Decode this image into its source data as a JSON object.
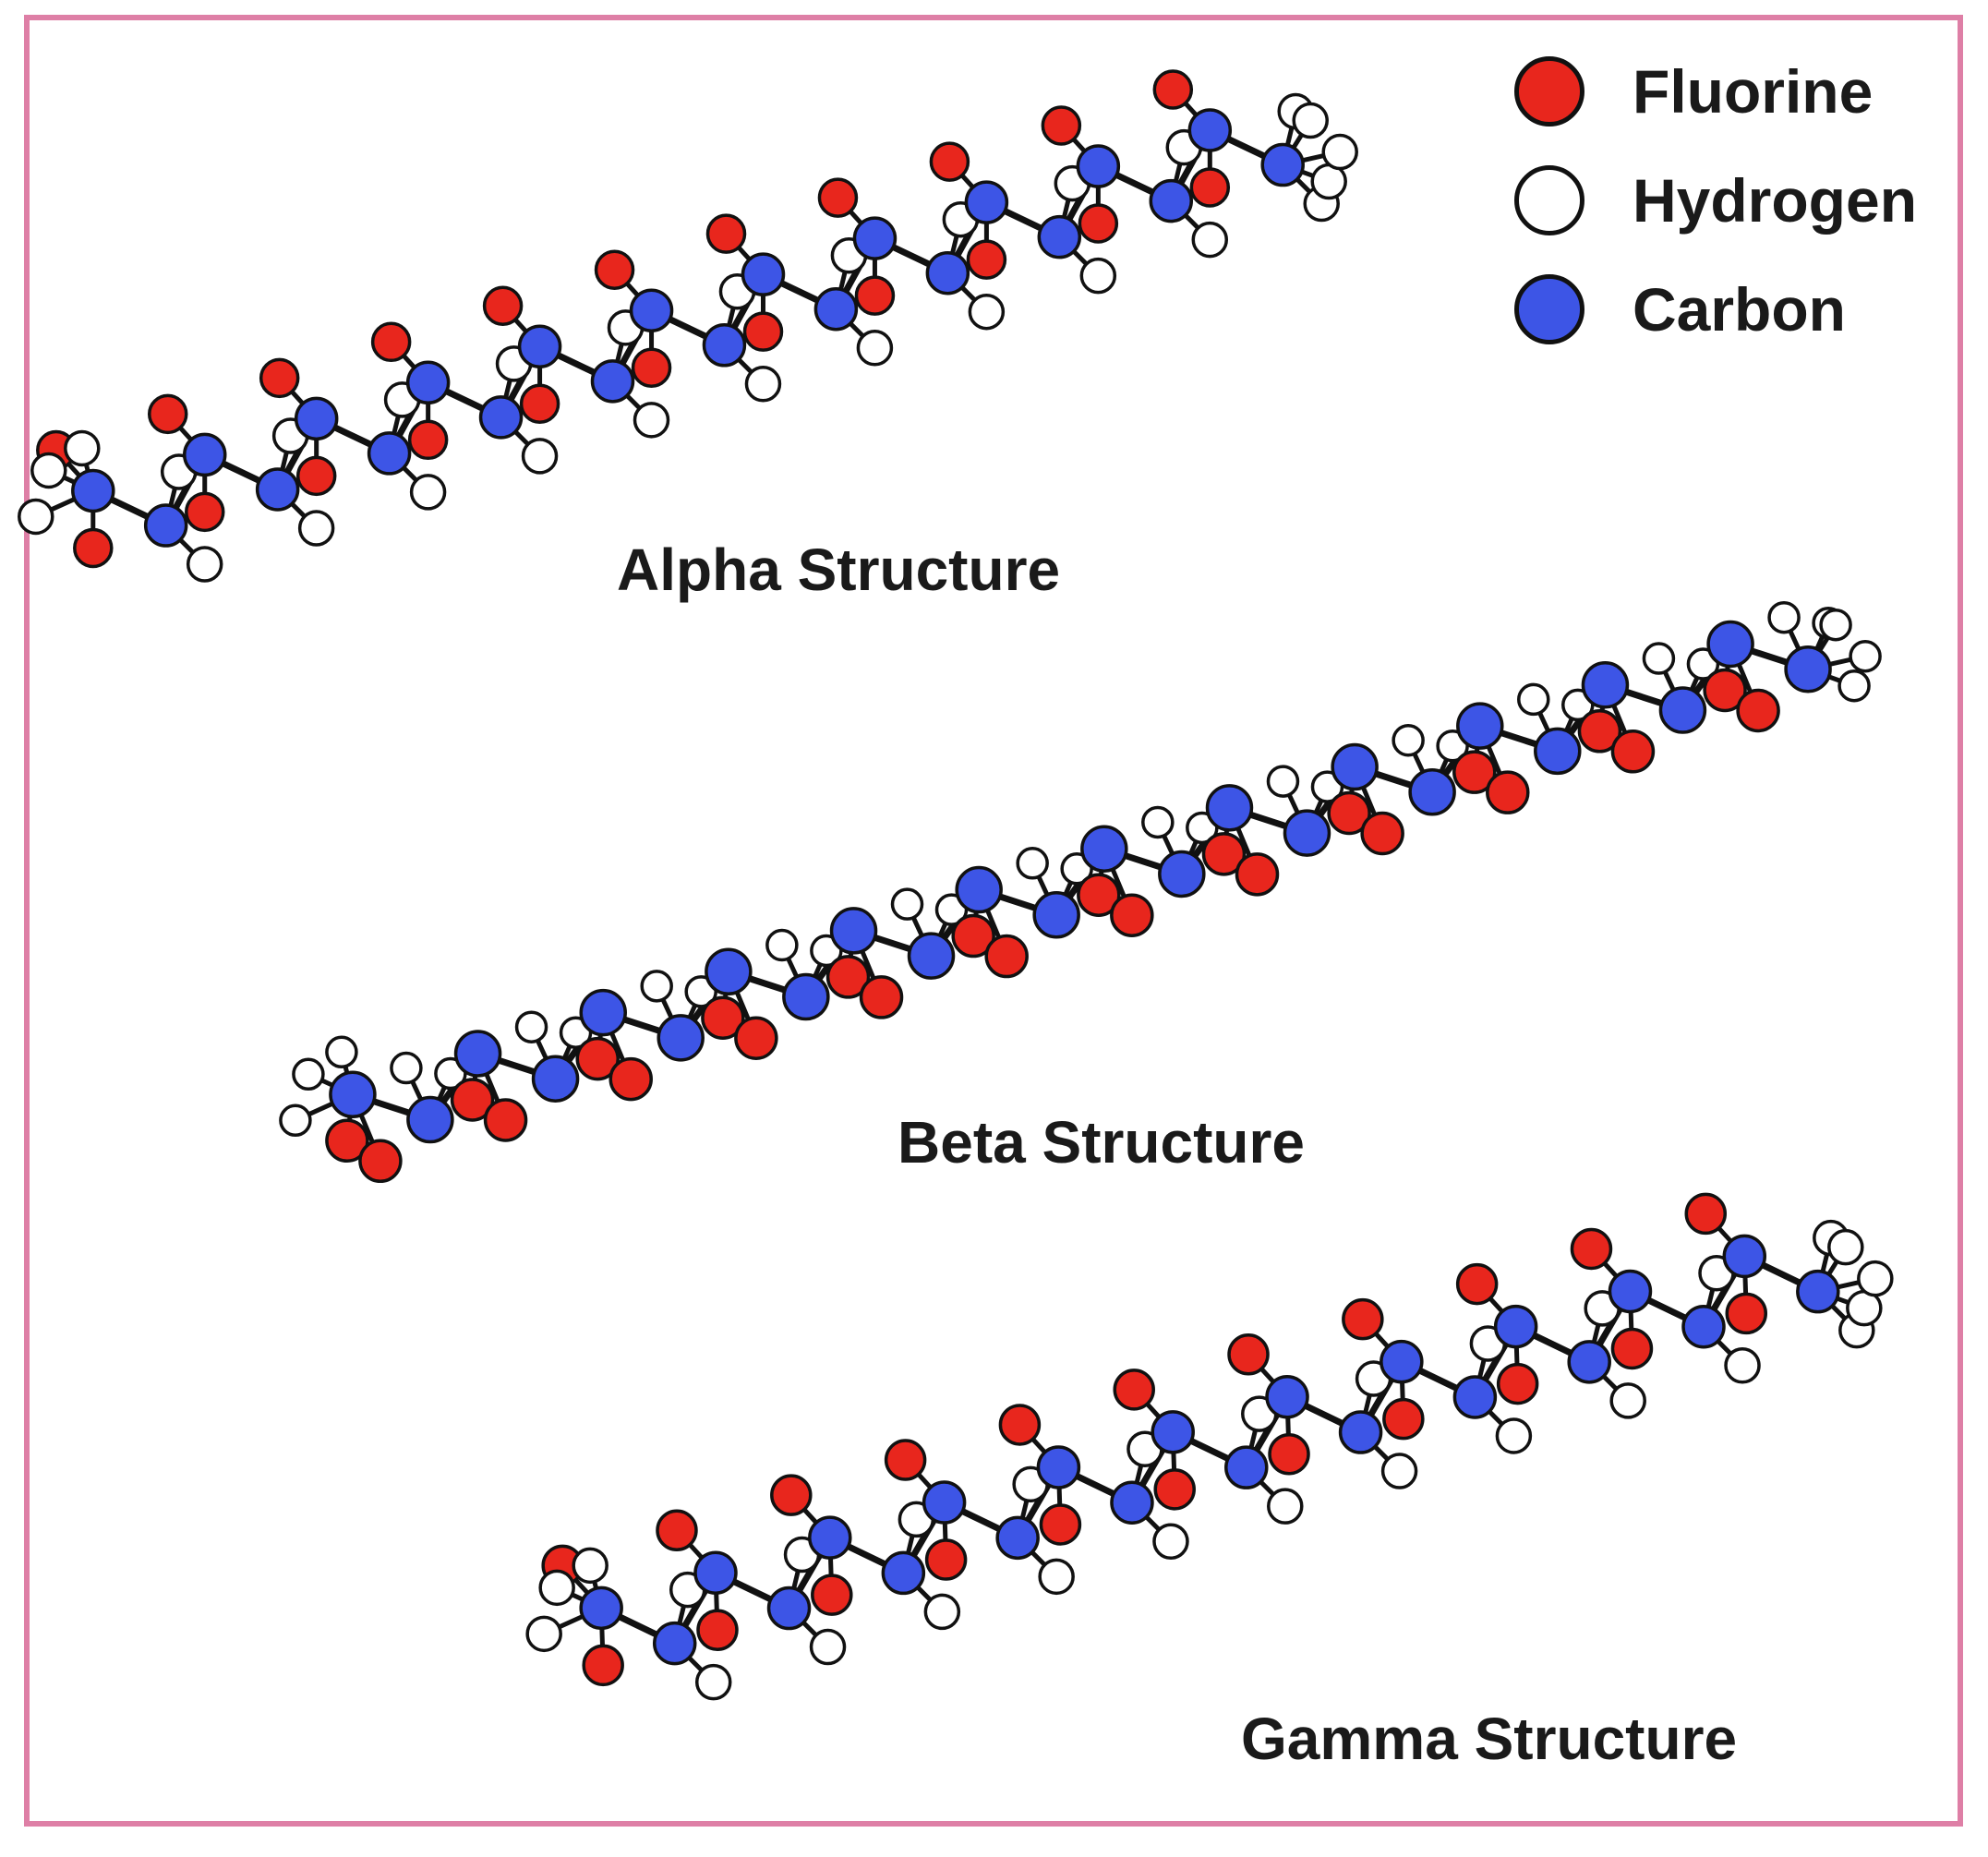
{
  "legend": {
    "items": [
      {
        "label": "Fluorine",
        "color": "#e8261d"
      },
      {
        "label": "Hydrogen",
        "color": "#ffffff"
      },
      {
        "label": "Carbon",
        "color": "#3d55e6"
      }
    ]
  },
  "structures": [
    {
      "id": "alpha",
      "label": "Alpha Structure"
    },
    {
      "id": "beta",
      "label": "Beta Structure"
    },
    {
      "id": "gamma",
      "label": "Gamma Structure"
    }
  ],
  "colors": {
    "frame": "#de7fa6",
    "fluorine": "#e8261d",
    "hydrogen": "#ffffff",
    "carbon": "#3d55e6",
    "bond": "#111111"
  }
}
